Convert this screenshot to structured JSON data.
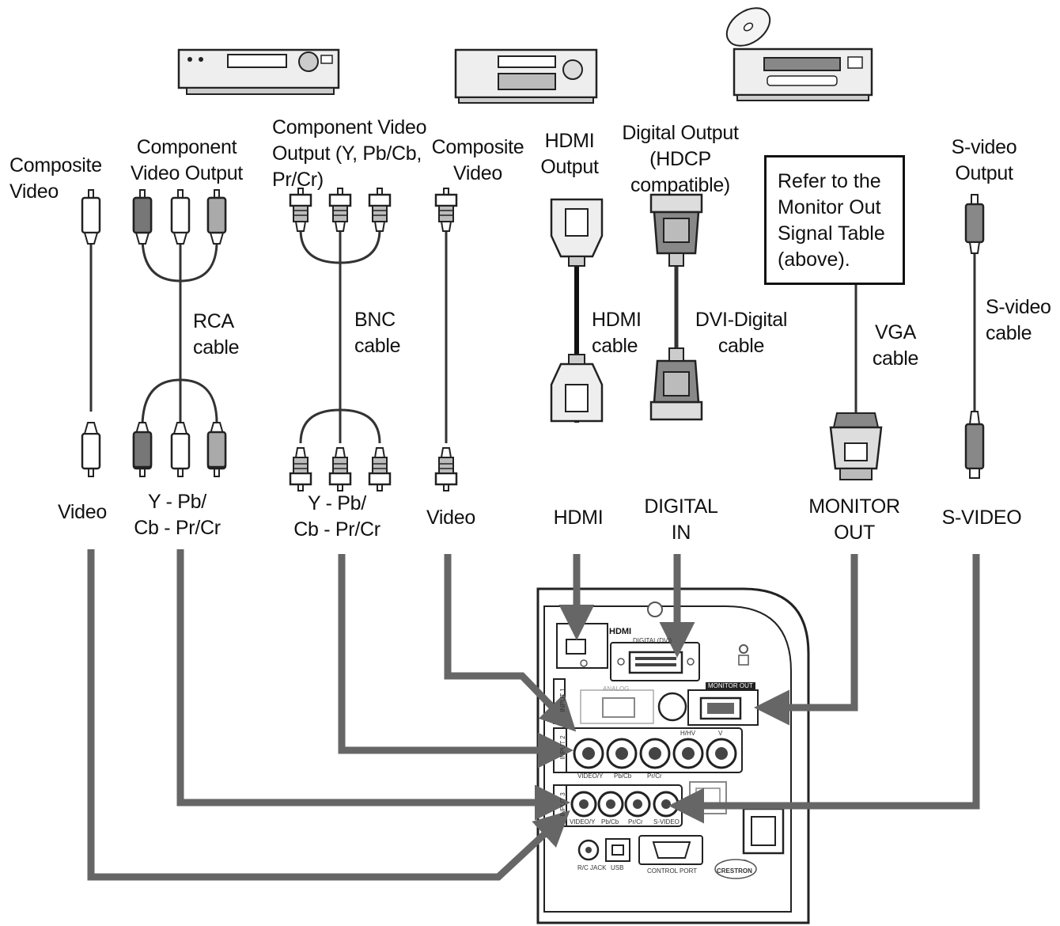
{
  "sources": {
    "composite_video_1": [
      "Composite",
      "Video"
    ],
    "component_video_output": [
      "Component",
      "Video Output"
    ],
    "component_video_output_bnc": [
      "Component Video",
      "Output (Y, Pb/Cb,",
      "Pr/Cr)"
    ],
    "composite_video_2": [
      "Composite",
      "Video"
    ],
    "hdmi_output": [
      "HDMI",
      "Output"
    ],
    "digital_output": [
      "Digital Output",
      "(HDCP",
      "compatible)"
    ],
    "monitor_note": [
      "Refer to the",
      "Monitor Out",
      "Signal Table",
      "(above)."
    ],
    "svideo_output": [
      "S-video",
      "Output"
    ]
  },
  "cables": {
    "rca": [
      "RCA",
      "cable"
    ],
    "bnc": [
      "BNC",
      "cable"
    ],
    "hdmi": [
      "HDMI",
      "cable"
    ],
    "dvi": [
      "DVI-Digital",
      "cable"
    ],
    "vga": [
      "VGA",
      "cable"
    ],
    "svideo": [
      "S-video",
      "cable"
    ]
  },
  "inputs": {
    "video_1": [
      "Video"
    ],
    "ypbpr_1": [
      "Y - Pb/",
      "Cb - Pr/Cr"
    ],
    "ypbpr_2": [
      "Y - Pb/",
      "Cb - Pr/Cr"
    ],
    "video_2": [
      "Video"
    ],
    "hdmi": [
      "HDMI"
    ],
    "digital_in": [
      "DIGITAL",
      "IN"
    ],
    "monitor_out": [
      "MONITOR",
      "OUT"
    ],
    "s_video": [
      "S-VIDEO"
    ]
  },
  "panel_labels": {
    "hdmi": "HDMI",
    "digital_in": "DIGITAL(DVI)",
    "analog": "ANALOG",
    "monitor_out": "MONITOR OUT",
    "input1": "INPUT 1",
    "input2": "INPUT 2",
    "input3": "INPUT 3",
    "bnc_row": [
      "VIDEO/Y",
      "Pb/Cb",
      "Pr/Cr",
      "H/HV",
      "V"
    ],
    "rca_row": [
      "VIDEO/Y",
      "Pb/Cb",
      "Pr/Cr",
      "S-VIDEO"
    ],
    "rc_jack": "R/C JACK",
    "usb": "USB",
    "control_port": "CONTROL PORT",
    "brand": "CRESTRON"
  }
}
